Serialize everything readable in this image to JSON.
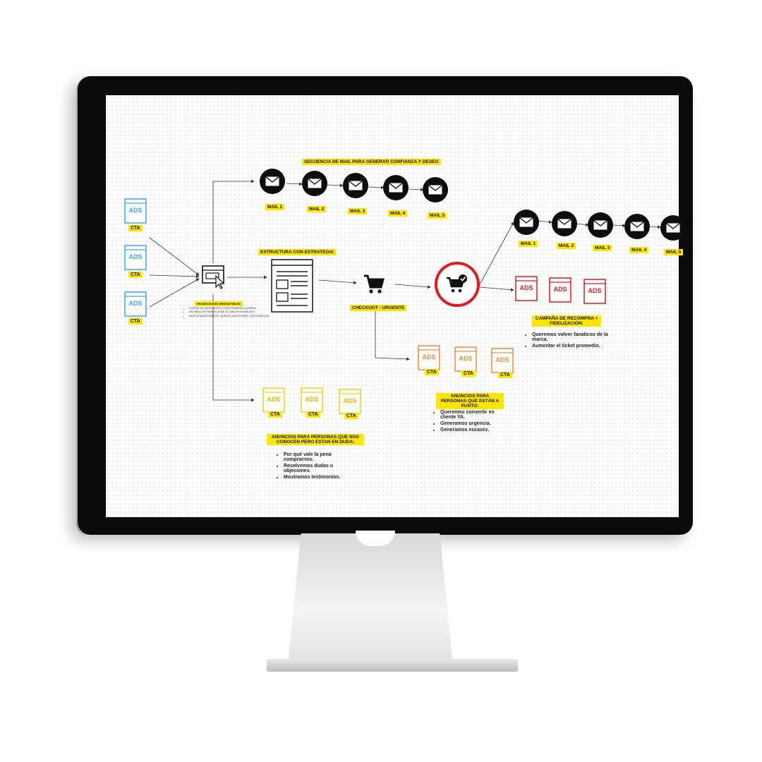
{
  "diagram": {
    "email_sequence_title": "SECUENCIA DE MAIL PARA GENERAR CONFIANZA Y DESEO",
    "mails": [
      "MAIL 1",
      "MAIL 2",
      "MAIL 3",
      "MAIL 4",
      "MAIL 5"
    ],
    "mails_right": [
      "MAIL 1",
      "MAIL 2",
      "MAIL 3",
      "MAIL 4",
      "MAIL 5"
    ],
    "ads_text": "ADS",
    "cta_text": "CTA",
    "structure_title": "ESTRUCTURA CON ESTRATEGIA",
    "checkout_label": "CHECKUOT - URGENTE",
    "landing_title": "PROMOCIONES IRRESISTIBLES",
    "landing_bullets": [
      "CUPON DE DESCUENTO POR PRIMERA COMPRA",
      "ESTIMULOS PARA ELEGIR EL MEJOR MOMENTO",
      "BUSCA MANTENER EL QUIERO ASEGURAR TUS ESPACIOS"
    ],
    "recompra_title": "CAMPAÑA DE RECOMPRA + FIDELIZACIÓN:",
    "recompra_bullets": [
      "Queremos volver fanaticos de la marca.",
      "Aumentar el ticket promedio."
    ],
    "punto_title": "ANUNCIOS PARA PERSONAS QUE ESTÁN A PUNTO:",
    "punto_bullets": [
      "Queremos convertir en cliente YA.",
      "Generamos urgencia.",
      "Generamos escasez."
    ],
    "duda_title": "ANUNCIOS PARA PERSONAS QUE NOS CONOCEN PERO ESTAN EN DUDA:",
    "duda_bullets": [
      "Por qué vale la pena comprarnos.",
      "Resolvemos dudas u objeciones.",
      "Mostramos testimonios."
    ],
    "colors": {
      "blue": "#3aa7f0",
      "red": "#e01b1b",
      "orange": "#f08a3c",
      "yellow": "#f2cf1d",
      "highlight": "#ffe600"
    }
  }
}
